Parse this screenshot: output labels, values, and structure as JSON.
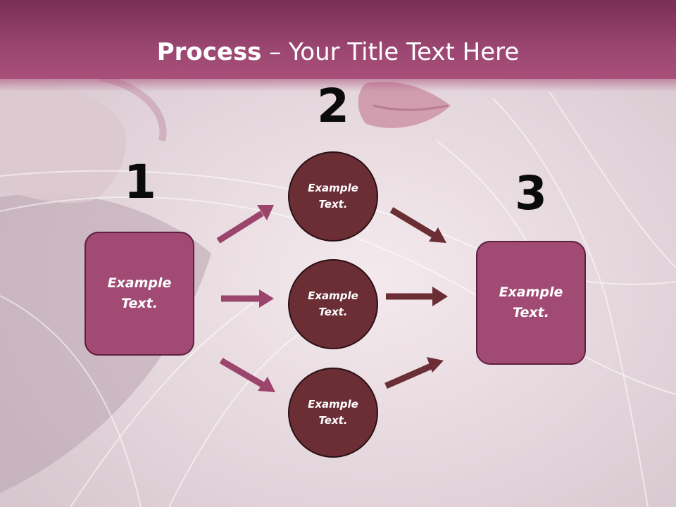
{
  "title": {
    "bold": "Process",
    "rest": " – Your Title Text Here"
  },
  "steps": {
    "one": "1",
    "two": "2",
    "three": "3"
  },
  "left_box": {
    "text": "Example\nText."
  },
  "right_box": {
    "text": "Example\nText."
  },
  "circles": [
    {
      "text": "Example\nText."
    },
    {
      "text": "Example\nText."
    },
    {
      "text": "Example\nText."
    }
  ],
  "colors": {
    "header": "#9a4670",
    "box_fill": "#a04a74",
    "circle_fill": "#6b2e35",
    "arrow_pink": "#9b456d",
    "arrow_dark": "#6b2e35"
  },
  "icons": [
    "arrow-right-icon"
  ]
}
